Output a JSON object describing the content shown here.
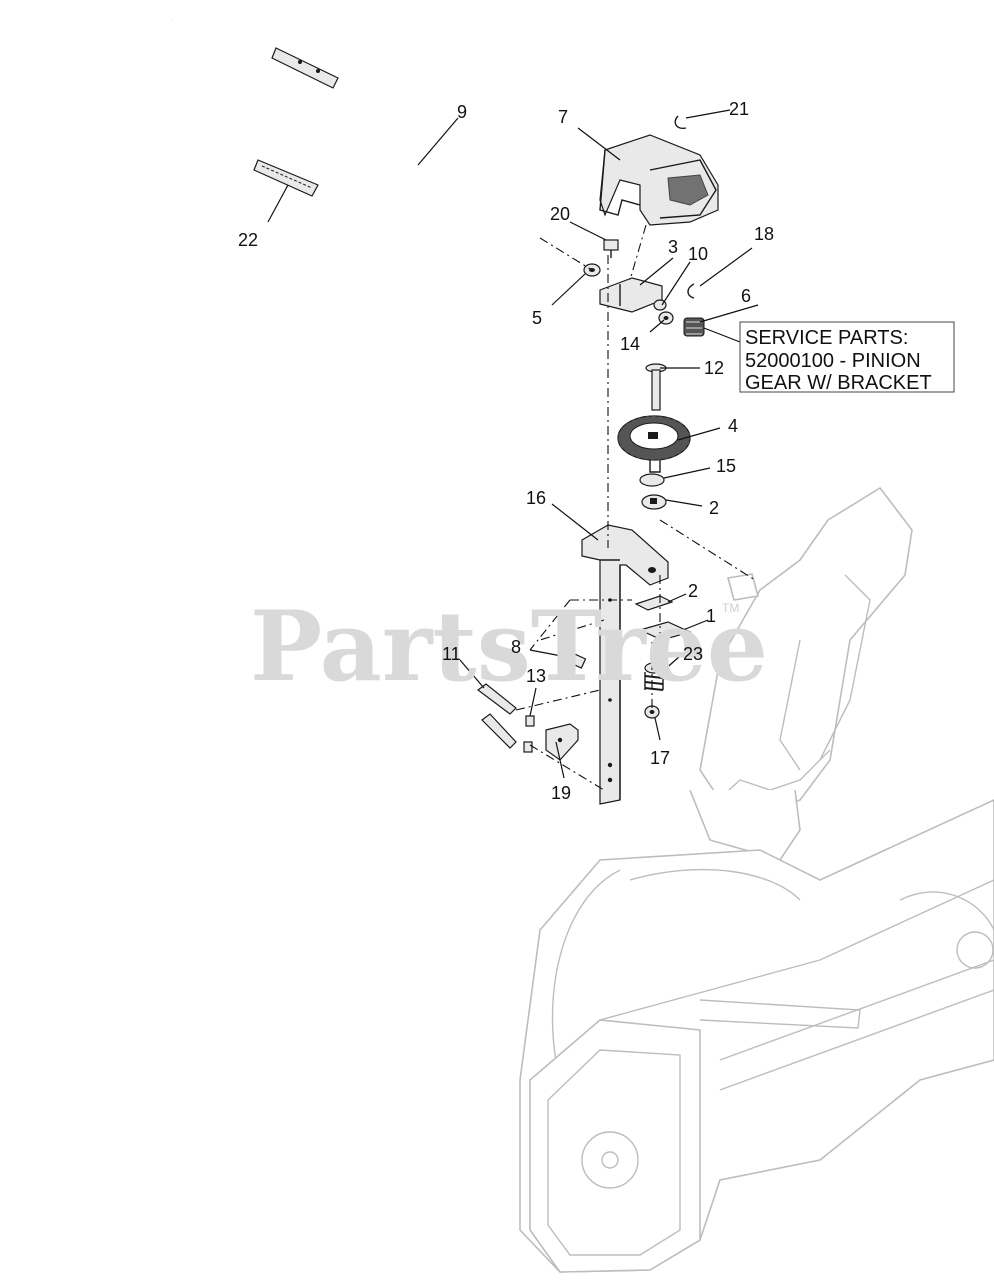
{
  "watermark": {
    "brand": "PartsTree",
    "trademark": "TM"
  },
  "service_note": {
    "line1": "SERVICE PARTS:",
    "line2": "52000100 - PINION",
    "line3": "GEAR W/ BRACKET"
  },
  "callouts": [
    {
      "id": "1",
      "label": "1"
    },
    {
      "id": "2a",
      "label": "2"
    },
    {
      "id": "2b",
      "label": "2"
    },
    {
      "id": "3",
      "label": "3"
    },
    {
      "id": "4",
      "label": "4"
    },
    {
      "id": "5",
      "label": "5"
    },
    {
      "id": "6",
      "label": "6"
    },
    {
      "id": "7",
      "label": "7"
    },
    {
      "id": "8",
      "label": "8"
    },
    {
      "id": "9",
      "label": "9"
    },
    {
      "id": "10",
      "label": "10"
    },
    {
      "id": "11",
      "label": "11"
    },
    {
      "id": "12",
      "label": "12"
    },
    {
      "id": "13",
      "label": "13"
    },
    {
      "id": "14",
      "label": "14"
    },
    {
      "id": "15",
      "label": "15"
    },
    {
      "id": "16",
      "label": "16"
    },
    {
      "id": "17",
      "label": "17"
    },
    {
      "id": "18",
      "label": "18"
    },
    {
      "id": "19",
      "label": "19"
    },
    {
      "id": "20",
      "label": "20"
    },
    {
      "id": "21",
      "label": "21"
    },
    {
      "id": "22",
      "label": "22"
    },
    {
      "id": "23",
      "label": "23"
    }
  ]
}
